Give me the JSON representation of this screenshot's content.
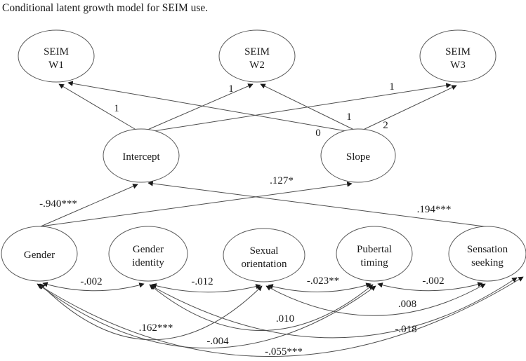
{
  "figure": {
    "title": "Conditional latent growth model for SEIM use."
  },
  "nodes": {
    "seim_w1": {
      "line1": "SEIM",
      "line2": "W1"
    },
    "seim_w2": {
      "line1": "SEIM",
      "line2": "W2"
    },
    "seim_w3": {
      "line1": "SEIM",
      "line2": "W3"
    },
    "intercept": {
      "label": "Intercept"
    },
    "slope": {
      "label": "Slope"
    },
    "gender": {
      "label": "Gender"
    },
    "gender_identity": {
      "line1": "Gender",
      "line2": "identity"
    },
    "sexual_orientation": {
      "line1": "Sexual",
      "line2": "orientation"
    },
    "pubertal_timing": {
      "line1": "Pubertal",
      "line2": "timing"
    },
    "sensation_seeking": {
      "line1": "Sensation",
      "line2": "seeking"
    }
  },
  "loadings": {
    "intercept_w1": "1",
    "intercept_w2": "1",
    "intercept_w3": "1",
    "slope_w1": "0",
    "slope_w2": "1",
    "slope_w3": "2"
  },
  "regressions": {
    "gender_to_intercept": "-.940***",
    "gender_to_slope": ".127*",
    "sensation_to_intercept": ".194***"
  },
  "covariances": {
    "gender_gender_identity": "-.002",
    "gender_identity_sexual_orientation": "-.012",
    "sexual_orientation_pubertal_timing": "-.023**",
    "pubertal_timing_sensation_seeking": "-.002",
    "gender_sexual_orientation": ".162***",
    "gender_identity_pubertal_timing": ".010",
    "sexual_orientation_sensation_seeking": ".008",
    "gender_pubertal_timing": "-.004",
    "gender_identity_sensation_seeking": "-.018",
    "gender_sensation_seeking": "-.055***"
  },
  "colors": {
    "line": "#4d4d4d",
    "arrowhead": "#1a1a1a",
    "text": "#1a1a1a",
    "background": "#ffffff"
  }
}
